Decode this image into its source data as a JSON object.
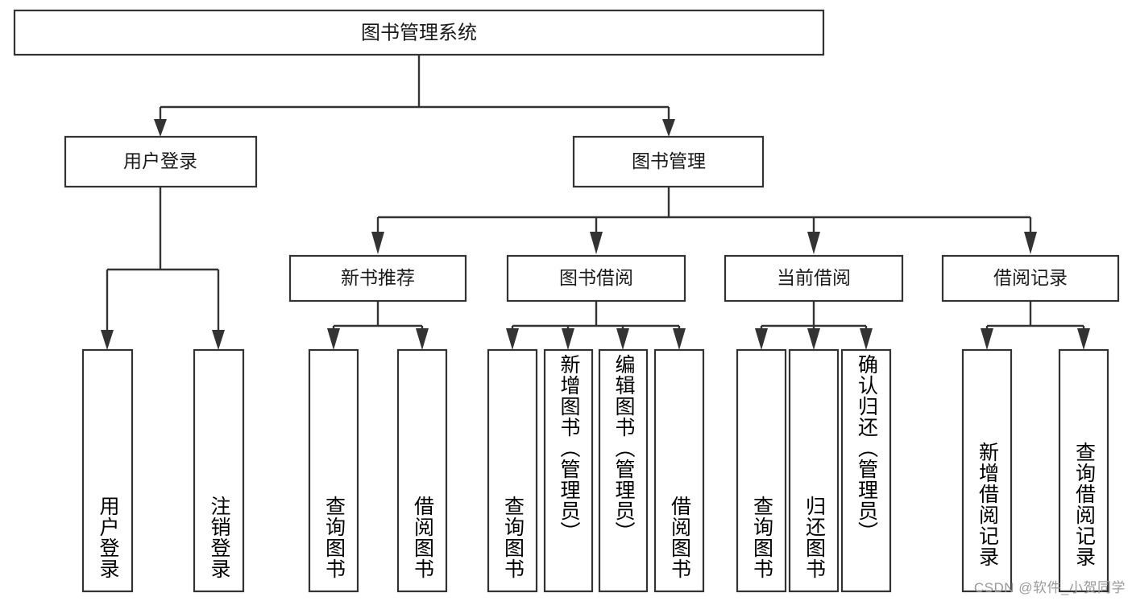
{
  "diagram": {
    "title": "图书管理系统",
    "type": "hierarchy-tree",
    "watermark": "CSDN @软件_小贺同学",
    "colors": {
      "background": "#ffffff",
      "stroke": "#333333",
      "box_fill": "#ffffff",
      "text": "#1a1a1a",
      "watermark": "#9a9a9a"
    },
    "levels": {
      "root": {
        "label": "图书管理系统"
      },
      "level2": [
        {
          "label": "用户登录"
        },
        {
          "label": "图书管理"
        }
      ],
      "level3": [
        {
          "label": "新书推荐"
        },
        {
          "label": "图书借阅"
        },
        {
          "label": "当前借阅"
        },
        {
          "label": "借阅记录"
        }
      ]
    },
    "groups": [
      {
        "parent": "用户登录",
        "leaves": [
          {
            "label": "用户登录"
          },
          {
            "label": "注销登录"
          }
        ]
      },
      {
        "parent": "新书推荐",
        "leaves": [
          {
            "label": "查询图书"
          },
          {
            "label": "借阅图书"
          }
        ]
      },
      {
        "parent": "图书借阅",
        "leaves": [
          {
            "label": "查询图书"
          },
          {
            "label": "新增图书（管理员）"
          },
          {
            "label": "编辑图书（管理员）"
          },
          {
            "label": "借阅图书"
          }
        ]
      },
      {
        "parent": "当前借阅",
        "leaves": [
          {
            "label": "查询图书"
          },
          {
            "label": "归还图书"
          },
          {
            "label": "确认归还（管理员）"
          }
        ]
      },
      {
        "parent": "借阅记录",
        "leaves": [
          {
            "label": "新增借阅记录"
          },
          {
            "label": "查询借阅记录"
          }
        ]
      }
    ]
  }
}
